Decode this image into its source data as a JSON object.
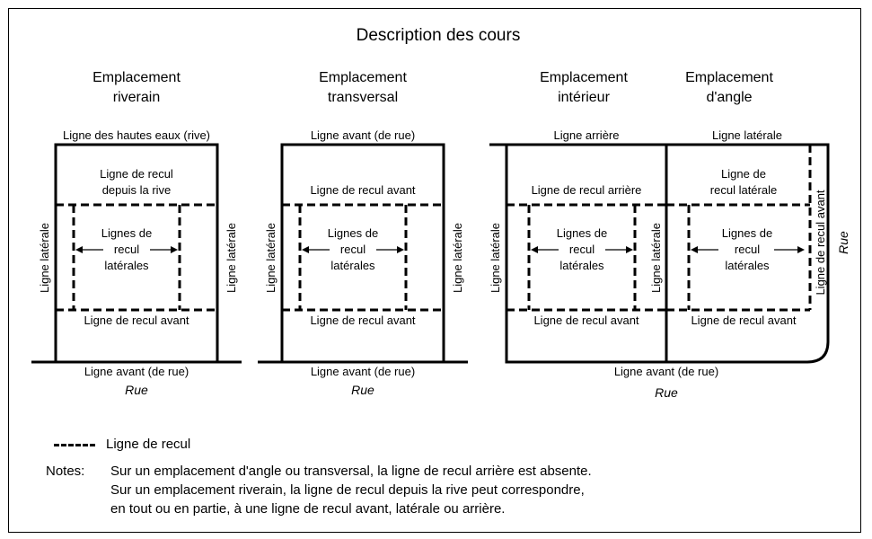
{
  "title": "Description des cours",
  "headings": {
    "riverain": [
      "Emplacement",
      "riverain"
    ],
    "transversal": [
      "Emplacement",
      "transversal"
    ],
    "interieur": [
      "Emplacement",
      "intérieur"
    ],
    "angle": [
      "Emplacement",
      "d'angle"
    ]
  },
  "labels": {
    "hautes_eaux": "Ligne des hautes eaux (rive)",
    "avant_rue": "Ligne avant (de rue)",
    "arriere": "Ligne arrière",
    "laterale_top": "Ligne latérale",
    "recul_rive": [
      "Ligne de recul",
      "depuis la rive"
    ],
    "recul_avant": "Ligne de recul avant",
    "recul_arriere": "Ligne de recul arrière",
    "recul_laterale": [
      "Ligne de",
      "recul latérale"
    ],
    "lignes_recul": [
      "Lignes de",
      "recul",
      "latérales"
    ],
    "ligne_laterale": "Ligne latérale",
    "recul_avant_vertical": "Ligne de recul avant",
    "rue": "Rue"
  },
  "legend": {
    "label": "Ligne de recul"
  },
  "notes": {
    "label": "Notes:",
    "lines": [
      "Sur un emplacement d'angle ou transversal, la ligne de recul arrière est absente.",
      "Sur un emplacement riverain, la ligne de recul depuis la rive peut correspondre,",
      "en tout ou en partie, à une ligne de recul avant, latérale ou arrière."
    ]
  }
}
